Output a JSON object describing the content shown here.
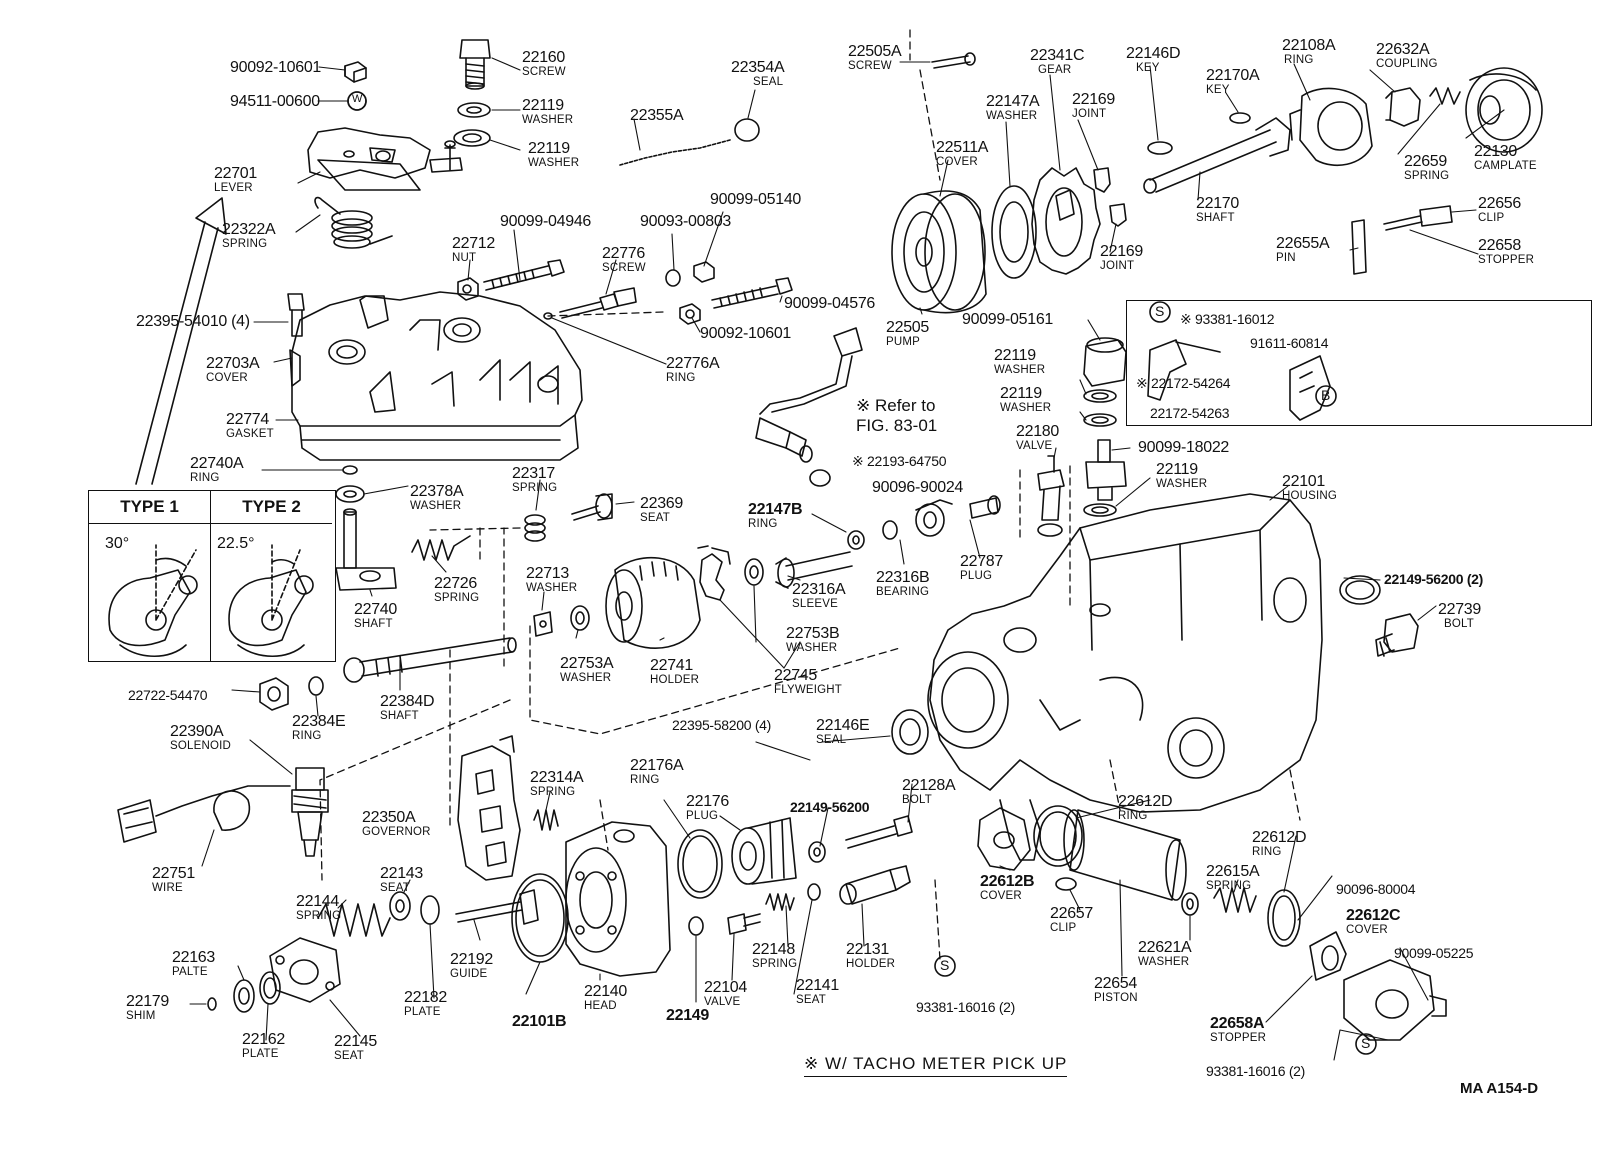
{
  "labels": [
    {
      "id": "p1",
      "num": "90092-10601",
      "desc": ""
    },
    {
      "id": "p2",
      "num": "94511-00600",
      "desc": ""
    },
    {
      "id": "p3",
      "num": "22160",
      "desc": "SCREW"
    },
    {
      "id": "p4",
      "num": "22119",
      "desc": "WASHER"
    },
    {
      "id": "p5",
      "num": "22119",
      "desc": "WASHER"
    },
    {
      "id": "p6",
      "num": "22701",
      "desc": "LEVER"
    },
    {
      "id": "p7",
      "num": "22322A",
      "desc": "SPRING"
    },
    {
      "id": "p8",
      "num": "22354A",
      "desc": "SEAL"
    },
    {
      "id": "p9",
      "num": "22355A",
      "desc": ""
    },
    {
      "id": "p10",
      "num": "22505A",
      "desc": "SCREW"
    },
    {
      "id": "p11",
      "num": "22341C",
      "desc": "GEAR"
    },
    {
      "id": "p12",
      "num": "22146D",
      "desc": "KEY"
    },
    {
      "id": "p13",
      "num": "22108A",
      "desc": "RING"
    },
    {
      "id": "p14",
      "num": "22632A",
      "desc": "COUPLING"
    },
    {
      "id": "p15",
      "num": "22170A",
      "desc": "KEY"
    },
    {
      "id": "p16",
      "num": "22147A",
      "desc": "WASHER"
    },
    {
      "id": "p17",
      "num": "22169",
      "desc": "JOINT"
    },
    {
      "id": "p18",
      "num": "22511A",
      "desc": "COVER"
    },
    {
      "id": "p19",
      "num": "22130",
      "desc": "CAMPLATE"
    },
    {
      "id": "p20",
      "num": "22659",
      "desc": "SPRING"
    },
    {
      "id": "p21",
      "num": "22170",
      "desc": "SHAFT"
    },
    {
      "id": "p22",
      "num": "22656",
      "desc": "CLIP"
    },
    {
      "id": "p23",
      "num": "22169",
      "desc": "JOINT"
    },
    {
      "id": "p24",
      "num": "22655A",
      "desc": "PIN"
    },
    {
      "id": "p25",
      "num": "22658",
      "desc": "STOPPER"
    },
    {
      "id": "p26",
      "num": "90099-05140",
      "desc": ""
    },
    {
      "id": "p27",
      "num": "90099-04946",
      "desc": ""
    },
    {
      "id": "p28",
      "num": "22712",
      "desc": "NUT"
    },
    {
      "id": "p29",
      "num": "22776",
      "desc": "SCREW"
    },
    {
      "id": "p30",
      "num": "90093-00803",
      "desc": ""
    },
    {
      "id": "p31",
      "num": "22395-54010 (4)",
      "desc": ""
    },
    {
      "id": "p32",
      "num": "90099-04576",
      "desc": ""
    },
    {
      "id": "p33",
      "num": "90092-10601",
      "desc": ""
    },
    {
      "id": "p34",
      "num": "22505",
      "desc": "PUMP"
    },
    {
      "id": "p35",
      "num": "22703A",
      "desc": "COVER"
    },
    {
      "id": "p36",
      "num": "22776A",
      "desc": "RING"
    },
    {
      "id": "p37",
      "num": "90099-05161",
      "desc": ""
    },
    {
      "id": "p38",
      "num": "22774",
      "desc": "GASKET"
    },
    {
      "id": "p39",
      "num": "22119",
      "desc": "WASHER"
    },
    {
      "id": "p40",
      "num": "22119",
      "desc": "WASHER"
    },
    {
      "id": "p41",
      "num": "22180",
      "desc": "VALVE"
    },
    {
      "id": "p42",
      "num": "90099-18022",
      "desc": ""
    },
    {
      "id": "p43",
      "num": "22740A",
      "desc": "RING"
    },
    {
      "id": "p44",
      "num": "22378A",
      "desc": "WASHER"
    },
    {
      "id": "p45",
      "num": "22317",
      "desc": "SPRING"
    },
    {
      "id": "p46",
      "num": "22369",
      "desc": "SEAT"
    },
    {
      "id": "p47",
      "num": "22147B",
      "desc": "RING"
    },
    {
      "id": "p48",
      "num": "90096-90024",
      "desc": ""
    },
    {
      "id": "p49",
      "num": "22119",
      "desc": "WASHER"
    },
    {
      "id": "p50",
      "num": "22101",
      "desc": "HOUSING"
    },
    {
      "id": "p51",
      "num": "22316B",
      "desc": "BEARING"
    },
    {
      "id": "p52",
      "num": "22787",
      "desc": "PLUG"
    },
    {
      "id": "p53",
      "num": "22316A",
      "desc": "SLEEVE"
    },
    {
      "id": "p54",
      "num": "22726",
      "desc": "SPRING"
    },
    {
      "id": "p55",
      "num": "22740",
      "desc": "SHAFT"
    },
    {
      "id": "p56",
      "num": "22713",
      "desc": "WASHER"
    },
    {
      "id": "p57",
      "num": "22149-56200 (2)",
      "desc": ""
    },
    {
      "id": "p58",
      "num": "22739",
      "desc": "BOLT"
    },
    {
      "id": "p59",
      "num": "22753B",
      "desc": "WASHER"
    },
    {
      "id": "p60",
      "num": "22753A",
      "desc": "WASHER"
    },
    {
      "id": "p61",
      "num": "22741",
      "desc": "HOLDER"
    },
    {
      "id": "p62",
      "num": "22745",
      "desc": "FLYWEIGHT"
    },
    {
      "id": "p63",
      "num": "22722-54470",
      "desc": ""
    },
    {
      "id": "p64",
      "num": "22384D",
      "desc": "SHAFT"
    },
    {
      "id": "p65",
      "num": "22384E",
      "desc": "RING"
    },
    {
      "id": "p66",
      "num": "22395-58200 (4)",
      "desc": ""
    },
    {
      "id": "p67",
      "num": "22146E",
      "desc": "SEAL"
    },
    {
      "id": "p68",
      "num": "22390A",
      "desc": "SOLENOID"
    },
    {
      "id": "p69",
      "num": "22176A",
      "desc": "RING"
    },
    {
      "id": "p70",
      "num": "22314A",
      "desc": "SPRING"
    },
    {
      "id": "p71",
      "num": "22176",
      "desc": "PLUG"
    },
    {
      "id": "p72",
      "num": "22128A",
      "desc": "BOLT"
    },
    {
      "id": "p73",
      "num": "22149-56200",
      "desc": ""
    },
    {
      "id": "p74",
      "num": "22350A",
      "desc": "GOVERNOR"
    },
    {
      "id": "p75",
      "num": "22612D",
      "desc": "RING"
    },
    {
      "id": "p76",
      "num": "22612D",
      "desc": "RING"
    },
    {
      "id": "p77",
      "num": "22751",
      "desc": "WIRE"
    },
    {
      "id": "p78",
      "num": "22143",
      "desc": "SEAT"
    },
    {
      "id": "p79",
      "num": "22615A",
      "desc": "SPRING"
    },
    {
      "id": "p80",
      "num": "90096-80004",
      "desc": ""
    },
    {
      "id": "p81",
      "num": "22144",
      "desc": "SPRING"
    },
    {
      "id": "p82",
      "num": "22612B",
      "desc": "COVER"
    },
    {
      "id": "p83",
      "num": "22657",
      "desc": "CLIP"
    },
    {
      "id": "p84",
      "num": "22612C",
      "desc": "COVER"
    },
    {
      "id": "p85",
      "num": "22148",
      "desc": "SPRING"
    },
    {
      "id": "p86",
      "num": "22131",
      "desc": "HOLDER"
    },
    {
      "id": "p87",
      "num": "22192",
      "desc": "GUIDE"
    },
    {
      "id": "p88",
      "num": "22621A",
      "desc": "WASHER"
    },
    {
      "id": "p89",
      "num": "90099-05225",
      "desc": ""
    },
    {
      "id": "p90",
      "num": "22163",
      "desc": "PALTE"
    },
    {
      "id": "p91",
      "num": "22182",
      "desc": "PLATE"
    },
    {
      "id": "p92",
      "num": "22140",
      "desc": "HEAD"
    },
    {
      "id": "p93",
      "num": "22104",
      "desc": "VALVE"
    },
    {
      "id": "p94",
      "num": "22141",
      "desc": "SEAT"
    },
    {
      "id": "p95",
      "num": "22654",
      "desc": "PISTON"
    },
    {
      "id": "p96",
      "num": "22179",
      "desc": "SHIM"
    },
    {
      "id": "p97",
      "num": "22101B",
      "desc": ""
    },
    {
      "id": "p98",
      "num": "22149",
      "desc": ""
    },
    {
      "id": "p99",
      "num": "93381-16016 (2)",
      "desc": ""
    },
    {
      "id": "p100",
      "num": "22658A",
      "desc": "STOPPER"
    },
    {
      "id": "p101",
      "num": "22162",
      "desc": "PLATE"
    },
    {
      "id": "p102",
      "num": "22145",
      "desc": "SEAT"
    },
    {
      "id": "p103",
      "num": "93381-16016 (2)",
      "desc": ""
    },
    {
      "id": "p104",
      "num": "※ 93381-16012",
      "desc": ""
    },
    {
      "id": "p105",
      "num": "91611-60814",
      "desc": ""
    },
    {
      "id": "p106",
      "num": "※ 22172-54264",
      "desc": ""
    },
    {
      "id": "p107",
      "num": "22172-54263",
      "desc": ""
    },
    {
      "id": "p108",
      "num": "※ 22193-64750",
      "desc": ""
    }
  ],
  "refer_note": {
    "line1": "※ Refer to",
    "line2": "FIG. 83-01"
  },
  "type_box": {
    "type1": "TYPE 1",
    "type2": "TYPE 2",
    "angle1": "30°",
    "angle2": "22.5°"
  },
  "footnote": "※ W/ TACHO METER PICK UP",
  "figure_code": "MA A154-D",
  "circle_markers": {
    "s": "S",
    "b": "B",
    "w": "W"
  }
}
